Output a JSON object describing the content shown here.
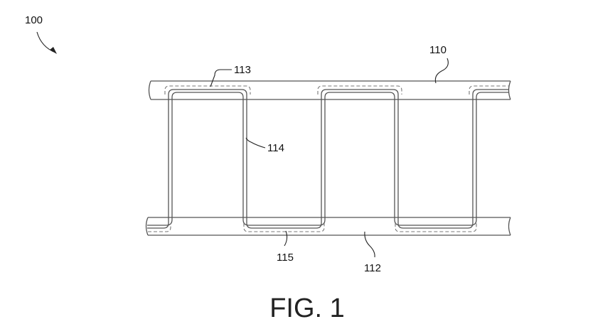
{
  "figure": {
    "ref_assembly": "100",
    "ref_top_rail": "110",
    "ref_bottom_rail": "112",
    "ref_top_joint": "113",
    "ref_web": "114",
    "ref_bottom_joint": "115",
    "caption": "FIG. 1"
  }
}
